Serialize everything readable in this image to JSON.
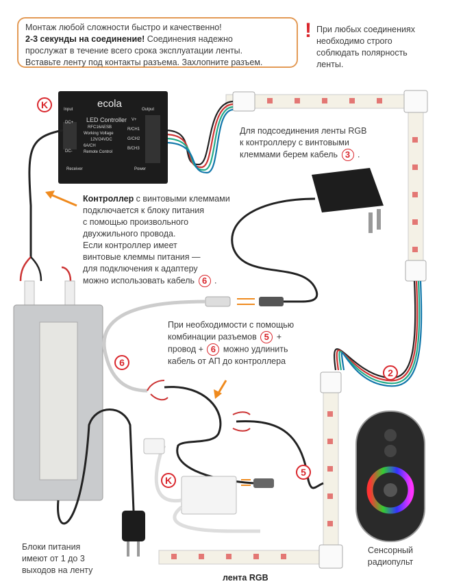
{
  "top_box": {
    "line1": "Монтаж любой сложности быстро и качественно!",
    "line2_bold": "2-3 секунды на соединение!",
    "line2_rest": " Соединения надежно",
    "line3": "прослужат в течение всего срока эксплуатации ленты.",
    "line4": "Вставьте ленту под контакты разъема. Захлопните разъем."
  },
  "warning": {
    "icon": "exclamation-icon",
    "mark": "!",
    "lines": [
      "При любых соединениях",
      "необходимо строго",
      "соблюдать полярность",
      "ленты."
    ]
  },
  "controller": {
    "badge": "K",
    "brand": "ecola",
    "title": "LED Controller",
    "model": "RFC16AESB",
    "voltage_label": "Working Voltage",
    "voltage": "12V/24VDC",
    "current": "6A/CH",
    "remote": "Remote Control",
    "input": "Input",
    "output": "Output",
    "dc_plus": "DC+",
    "dc_minus": "DC-",
    "v_plus": "V+",
    "ch1": "R/CH1",
    "ch2": "G/CH2",
    "ch3": "B/CH3",
    "receiver": "Receiver",
    "power": "Power"
  },
  "note_rgb": {
    "lines": [
      "Для подсоединения ленты RGB",
      "к контроллеру с винтовыми",
      "клеммами берем кабель"
    ],
    "num": "3",
    "end": "."
  },
  "note_controller": {
    "bold": "Контроллер",
    "lines": [
      " с винтовыми клеммами",
      "подключается к блоку питания",
      "с помощью произвольного",
      "двухжильного провода.",
      "Если контроллер имеет",
      "винтовые клеммы питания —",
      "для подключения к адаптеру",
      "можно использовать кабель"
    ],
    "num": "6",
    "end": "."
  },
  "note_extend": {
    "l1": "При необходимости с помощью",
    "l2": "комбинации разъемов",
    "n5": "5",
    "plus": "+",
    "l3a": "провод +",
    "n6": "6",
    "l3b": "можно удлинить",
    "l4": "кабель от АП до контроллера"
  },
  "labels": {
    "cable2": "2",
    "cable6": "6",
    "cable5": "5",
    "small_controller_badge": "K",
    "psu": [
      "Блоки питания",
      "имеют от 1 до 3",
      "выходов на ленту"
    ],
    "remote": [
      "Сенсорный",
      "радиопульт"
    ],
    "strip": "лента RGB"
  },
  "colors": {
    "accent": "#d9262c",
    "box_border": "#e39a55",
    "arrow": "#ef8a1e"
  }
}
